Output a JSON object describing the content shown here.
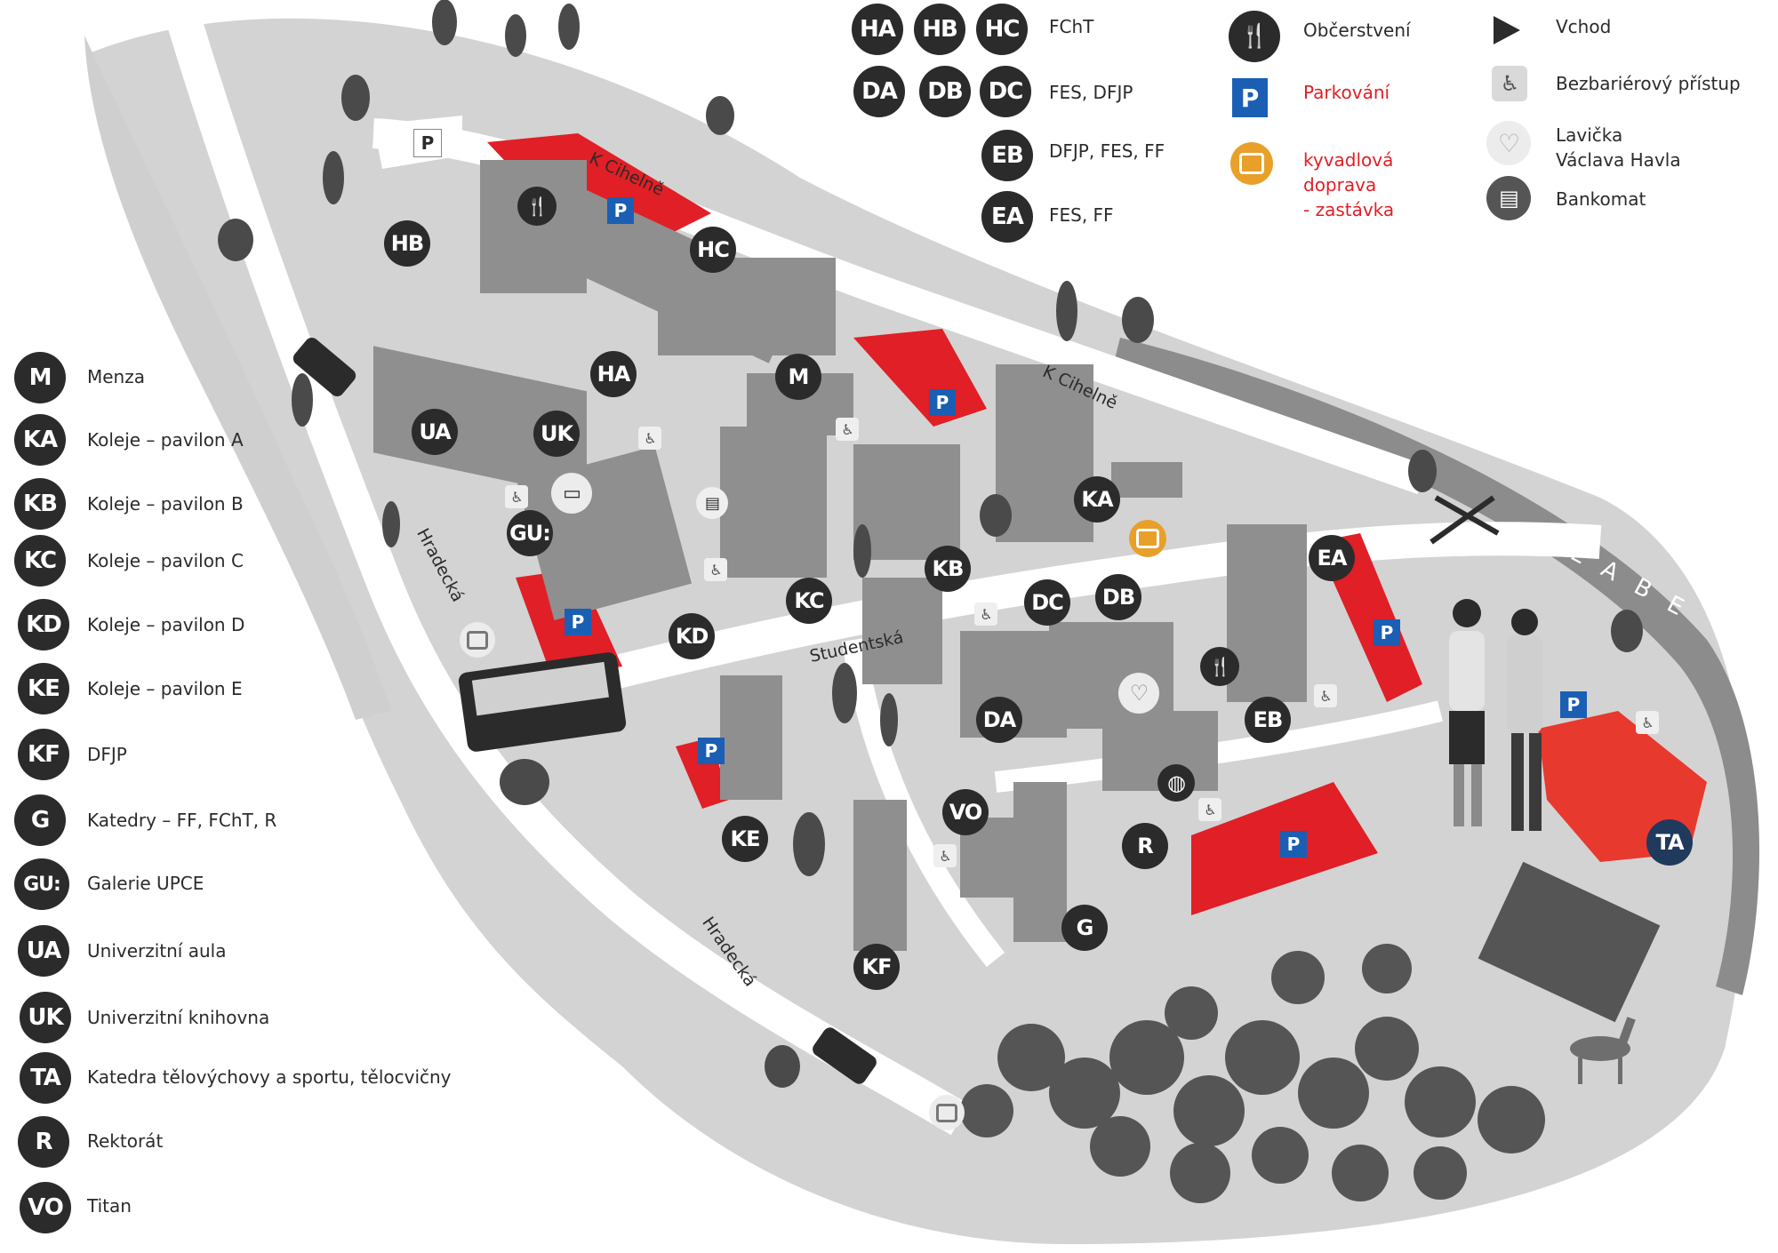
{
  "colors": {
    "parking_red": "#e01f26",
    "parking_blue": "#1a5fb4",
    "bus_orange": "#e8a02a",
    "ta_building": "#e8392f",
    "badge_dark": "#2b2b2b",
    "ground": "#d6d6d6",
    "road": "#ffffff",
    "river": "#8c8c8c"
  },
  "top_legend": {
    "faculties": [
      {
        "badges": [
          "HA",
          "HB",
          "HC"
        ],
        "label": "FChT"
      },
      {
        "badges": [
          "DA",
          "DB",
          "DC"
        ],
        "label": "FES, DFJP"
      },
      {
        "badges": [
          "EB"
        ],
        "label": "DFJP, FES, FF"
      },
      {
        "badges": [
          "EA"
        ],
        "label": "FES, FF"
      }
    ],
    "symbols": [
      {
        "icon": "fork-knife-icon",
        "label": "Občerstvení"
      },
      {
        "icon": "parking-icon",
        "label": "Parkování",
        "glyph": "P"
      },
      {
        "icon": "bus-icon",
        "label": "kyvadlová\ndoprava\n- zastávka",
        "lines": [
          "kyvadlová",
          "doprava",
          "- zastávka"
        ]
      },
      {
        "icon": "entrance-arrow-icon",
        "label": "Vchod"
      },
      {
        "icon": "wheelchair-icon",
        "label": "Bezbariérový přístup"
      },
      {
        "icon": "heart-icon",
        "label": "Lavička Václava Havla",
        "lines": [
          "Lavička",
          "Václava Havla"
        ]
      },
      {
        "icon": "atm-icon",
        "label": "Bankomat"
      }
    ]
  },
  "left_legend": [
    {
      "code": "M",
      "label": "Menza"
    },
    {
      "code": "KA",
      "label": "Koleje – pavilon A"
    },
    {
      "code": "KB",
      "label": "Koleje – pavilon B"
    },
    {
      "code": "KC",
      "label": "Koleje – pavilon C"
    },
    {
      "code": "KD",
      "label": "Koleje – pavilon D"
    },
    {
      "code": "KE",
      "label": "Koleje – pavilon E"
    },
    {
      "code": "KF",
      "label": "DFJP"
    },
    {
      "code": "G",
      "label": "Katedry – FF, FChT, R"
    },
    {
      "code": "GU:",
      "label": "Galerie UPCE"
    },
    {
      "code": "UA",
      "label": "Univerzitní aula"
    },
    {
      "code": "UK",
      "label": "Univerzitní knihovna"
    },
    {
      "code": "TA",
      "label": "Katedra tělovýchovy a sportu, tělocvičny"
    },
    {
      "code": "R",
      "label": "Rektorát"
    },
    {
      "code": "VO",
      "label": "Titan"
    }
  ],
  "map_badges": [
    {
      "code": "HB"
    },
    {
      "code": "HC"
    },
    {
      "code": "HA"
    },
    {
      "code": "M"
    },
    {
      "code": "UA"
    },
    {
      "code": "UK"
    },
    {
      "code": "GU:"
    },
    {
      "code": "KA"
    },
    {
      "code": "KB"
    },
    {
      "code": "KC"
    },
    {
      "code": "KD"
    },
    {
      "code": "DC"
    },
    {
      "code": "DB"
    },
    {
      "code": "DA"
    },
    {
      "code": "EA"
    },
    {
      "code": "EB"
    },
    {
      "code": "KE"
    },
    {
      "code": "VO"
    },
    {
      "code": "R"
    },
    {
      "code": "G"
    },
    {
      "code": "KF"
    },
    {
      "code": "TA"
    }
  ],
  "streets": {
    "k_cihelne": "K Cihelně",
    "hradecka": "Hradecká",
    "studentska": "Studentská",
    "labe": "L A B E"
  },
  "parking_glyph": "P"
}
